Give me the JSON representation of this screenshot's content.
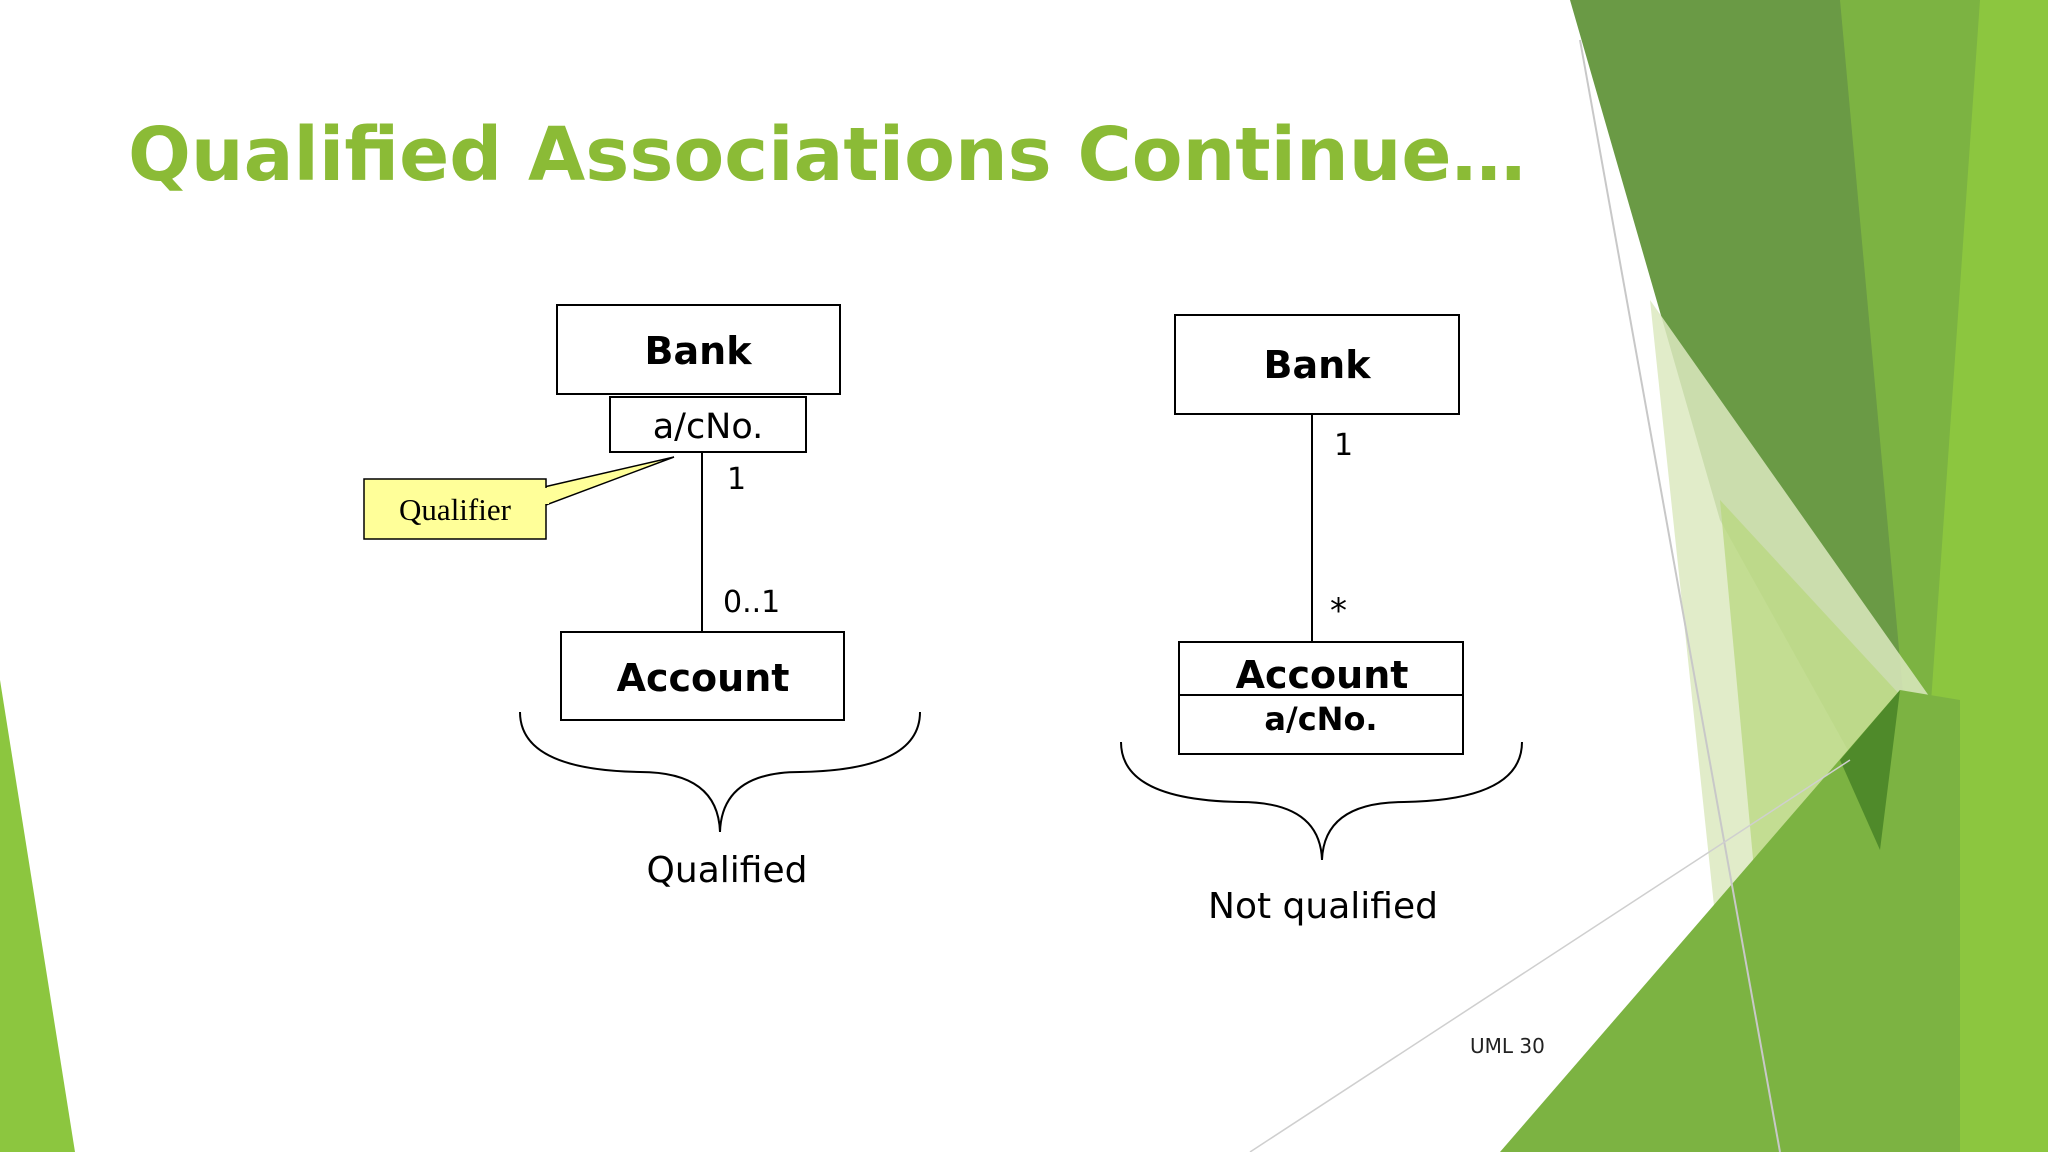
{
  "slide": {
    "title": "Qualified Associations Continue…",
    "slide_number": "UML 30",
    "accent_color": "#8bbb36"
  },
  "qualified": {
    "bank_label": "Bank",
    "qualifier_label": "a/cNo.",
    "account_label": "Account",
    "multiplicity_top": "1",
    "multiplicity_bottom": "0..1",
    "callout_label": "Qualifier",
    "caption": "Qualified"
  },
  "not_qualified": {
    "bank_label": "Bank",
    "account_label": "Account",
    "account_attribute": "a/cNo.",
    "multiplicity_top": "1",
    "multiplicity_bottom": "*",
    "caption": "Not qualified"
  }
}
